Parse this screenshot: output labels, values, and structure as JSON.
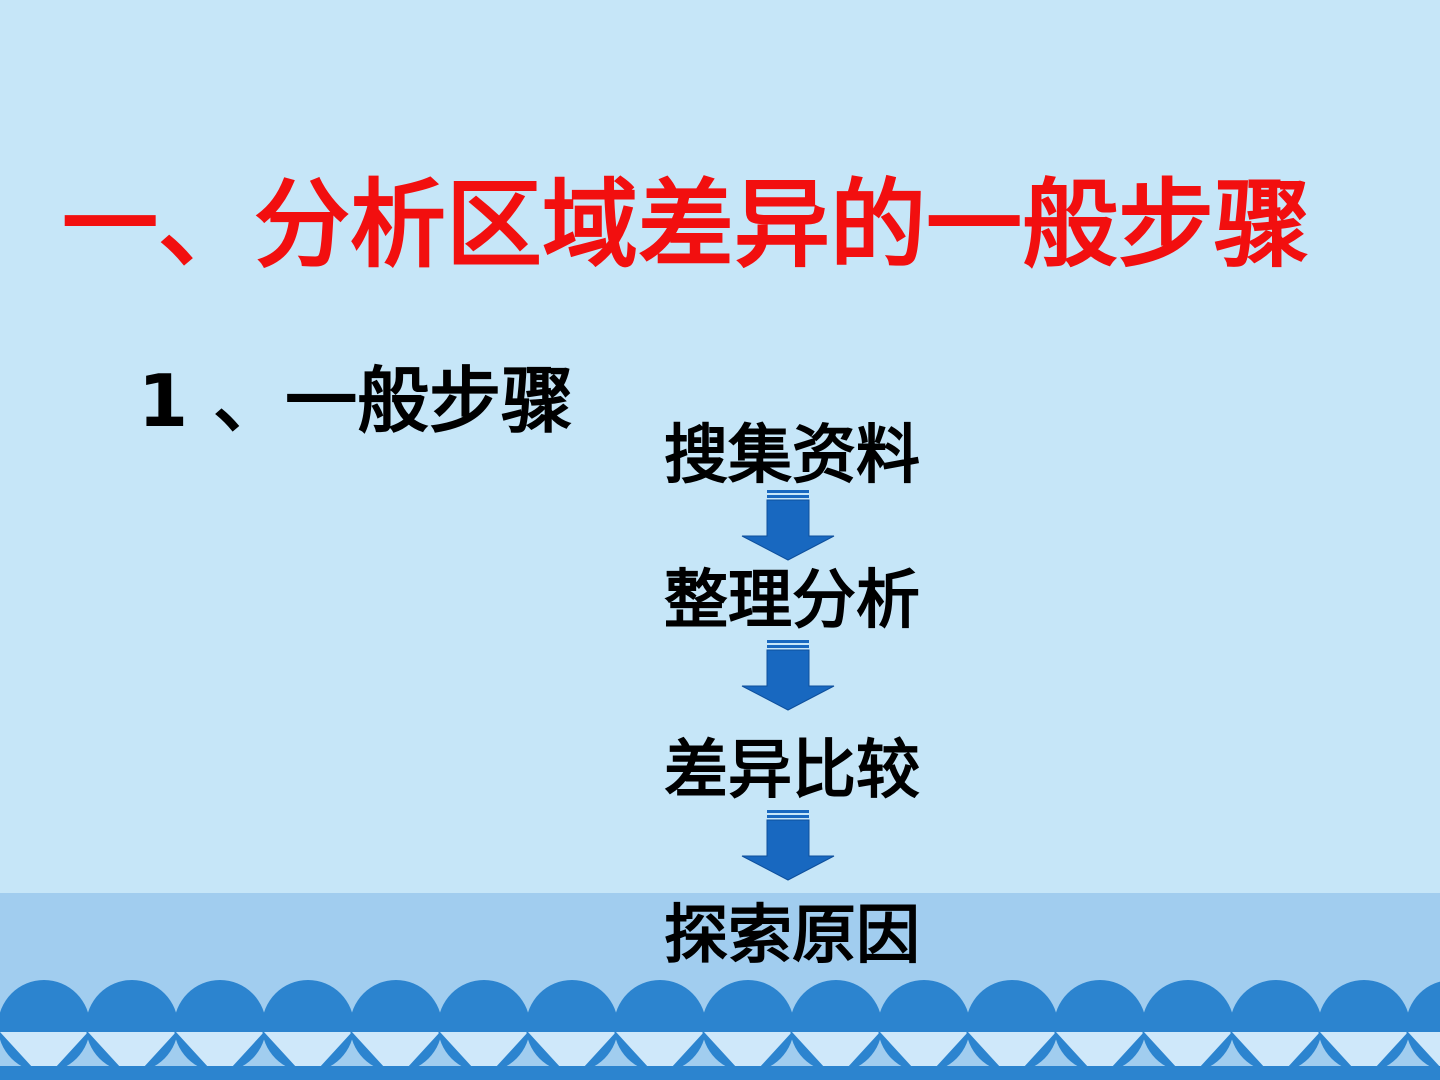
{
  "slide": {
    "title": "一、分析区域差异的一般步骤",
    "subtitle": "1 、一般步骤",
    "steps": [
      "搜集资料",
      "整理分析",
      "差异比较",
      "探索原因"
    ],
    "colors": {
      "background": "#c6e6f8",
      "band": "#a1cdef",
      "scallop": "#2c84cf",
      "title": "#f20f0f",
      "arrow": "#1868c0"
    },
    "icons": [
      "down-arrow-icon"
    ]
  }
}
